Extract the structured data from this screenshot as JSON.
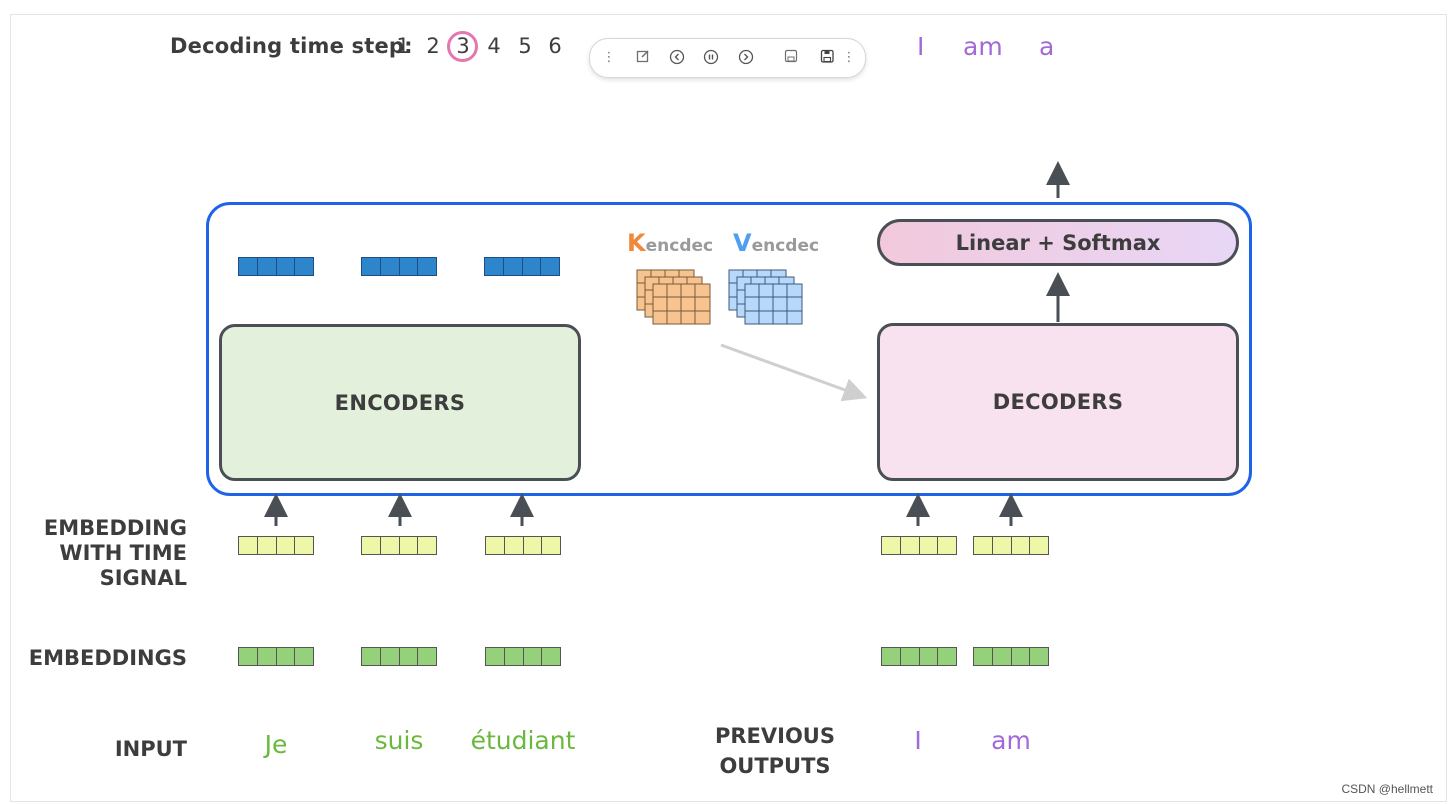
{
  "header": {
    "steps_label": "Decoding time step:",
    "steps": [
      "1",
      "2",
      "3",
      "4",
      "5",
      "6"
    ],
    "current_step": "3",
    "output_words": [
      "I",
      "am",
      "a"
    ]
  },
  "toolbar": {
    "icons": [
      "drag-handle-icon",
      "edit-icon",
      "previous-icon",
      "pause-icon",
      "next-icon",
      "save-icon",
      "save-as-icon",
      "more-icon"
    ]
  },
  "model": {
    "encoders_label": "ENCODERS",
    "decoders_label": "DECODERS",
    "linear_label": "Linear + Softmax",
    "k_letter": "K",
    "k_sub": "encdec",
    "v_letter": "V",
    "v_sub": "encdec"
  },
  "rows": {
    "embedding_time_signal": [
      "EMBEDDING",
      "WITH TIME",
      "SIGNAL"
    ],
    "embeddings": "EMBEDDINGS",
    "input": "INPUT",
    "previous_outputs": [
      "PREVIOUS",
      "OUTPUTS"
    ]
  },
  "inputs": [
    "Je",
    "suis",
    "étudiant"
  ],
  "previous_outputs_words": [
    "I",
    "am"
  ],
  "colors": {
    "frame_blue": "#1f64e8",
    "encoder_vector": "#2d85cc",
    "time_signal_vector": "#eef7a8",
    "embedding_vector": "#95d07a",
    "k_color": "#f0883a",
    "v_color": "#4f9ef0",
    "output_word": "#a26ad8",
    "input_word": "#6ab93e",
    "step_ring": "#e477b0"
  },
  "watermark": "CSDN @hellmett"
}
